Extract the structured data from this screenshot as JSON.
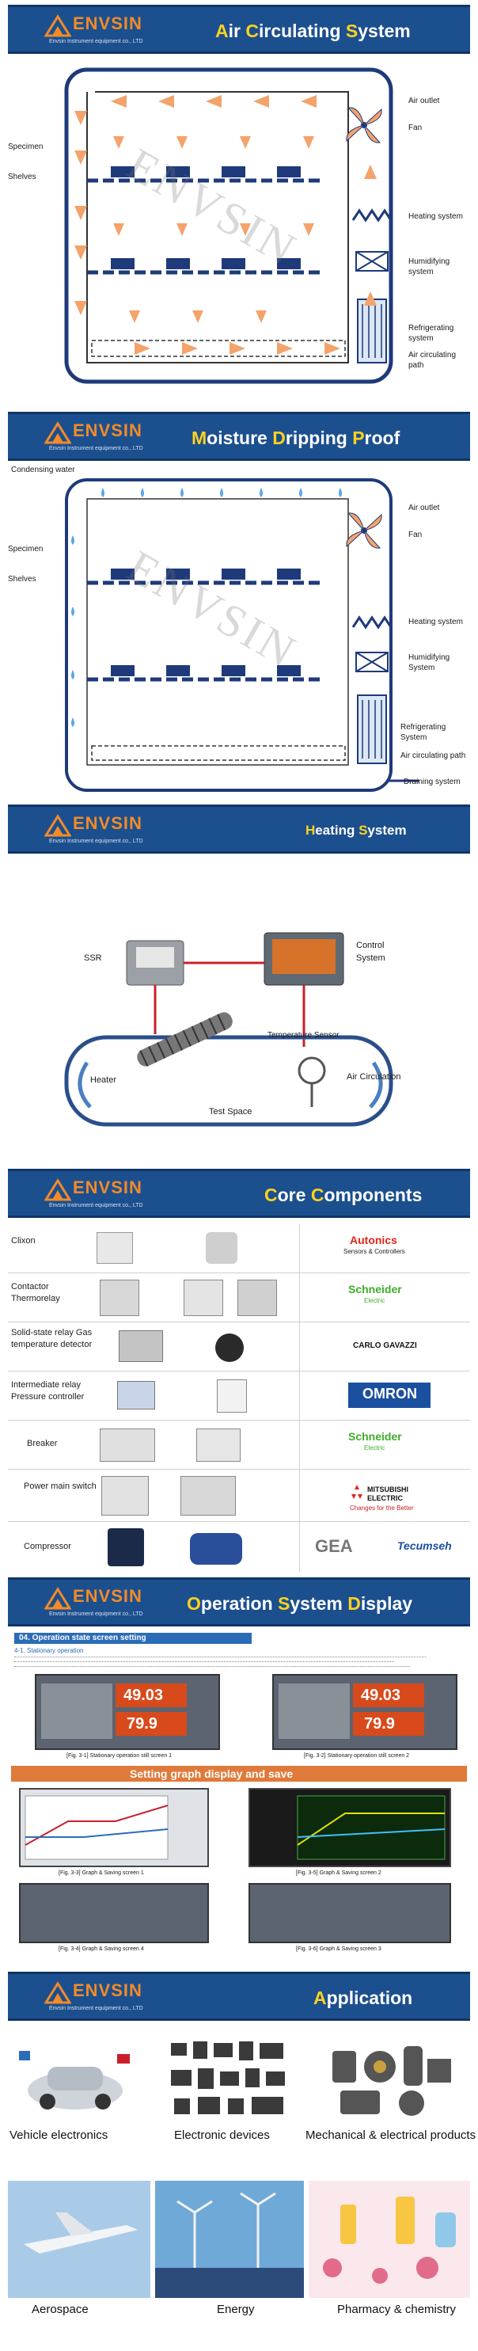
{
  "logo": {
    "word": "ENVSIN",
    "sub": "Envsin Instrument equipment co., LTD"
  },
  "watermark": "ENVSIN",
  "colors": {
    "banner": "#1c4f8e",
    "highlight": "#ffd21f",
    "arrow": "#f4a36a",
    "shelf": "#1e3a7a"
  },
  "sections": {
    "air": {
      "title_parts": [
        "A",
        "ir ",
        "C",
        "irculating ",
        "S",
        "ystem"
      ],
      "labels": {
        "specimen": "Specimen",
        "shelves": "Shelves",
        "air_outlet": "Air outlet",
        "fan": "Fan",
        "heating": "Heating system",
        "humidifying": "Humidifying system",
        "refrigerating": "Refrigerating system",
        "air_path": "Air circulating path"
      }
    },
    "moisture": {
      "title_parts": [
        "M",
        "oisture ",
        "D",
        "ripping ",
        "P",
        "roof"
      ],
      "labels": {
        "condensing": "Condensing water",
        "specimen": "Specimen",
        "shelves": "Shelves",
        "air_outlet": "Air outlet",
        "fan": "Fan",
        "heating": "Heating system",
        "humidifying": "Humidifying System",
        "refrigerating": "Refrigerating System",
        "air_path": "Air circulating path",
        "draining": "Draining system"
      }
    },
    "heating": {
      "title_parts": [
        "H",
        "eating ",
        "S",
        "ystem"
      ],
      "labels": {
        "ssr": "SSR",
        "control": "Control System",
        "temp_sensor": "Temperature Sensor",
        "heater": "Heater",
        "air_circ": "Air Circulation",
        "test_space": "Test Space"
      }
    },
    "core": {
      "title_parts": [
        "C",
        "ore ",
        "C",
        "omponents"
      ],
      "rows": [
        {
          "name": "Clixon",
          "brand": "Autonics",
          "brand_sub": "Sensors & Controllers",
          "brand_color": "#e0261b"
        },
        {
          "name": "Contactor Thermorelay",
          "brand": "Schneider",
          "brand_sub": "Electric",
          "brand_color": "#3dae2b"
        },
        {
          "name": "Solid-state relay Gas temperature detector",
          "brand": "CARLO GAVAZZI",
          "brand_sub": "",
          "brand_color": "#111111"
        },
        {
          "name": "Intermediate relay Pressure controller",
          "brand": "OMRON",
          "brand_sub": "",
          "brand_color": "#1b4fa0"
        },
        {
          "name": "Breaker",
          "brand": "Schneider",
          "brand_sub": "Electric",
          "brand_color": "#3dae2b"
        },
        {
          "name": "Power main switch",
          "brand": "MITSUBISHI ELECTRIC",
          "brand_sub": "Changes for the Better",
          "brand_color": "#e0261b"
        },
        {
          "name": "Compressor",
          "brand": "GEA",
          "brand2": "Tecumseh",
          "brand_sub": "",
          "brand_color": "#777777"
        }
      ]
    },
    "operation": {
      "title_parts": [
        "O",
        "peration ",
        "S",
        "ystem ",
        "D",
        "isplay"
      ],
      "heading": "04. Operation state screen setting",
      "sub": "4-1. Stationary operation",
      "readings": [
        "49.03",
        "79.9",
        "49.03",
        "79.9"
      ],
      "graph_banner": "Setting graph display and save",
      "captions": [
        "[Fig. 3-1] Stationary operation still screen 1",
        "[Fig. 3-2] Stationary operation still screen 2",
        "[Fig. 3-3] Graph & Saving screen 1",
        "[Fig. 3-5] Graph & Saving screen 2",
        "[Fig. 3-4] Graph & Saving screen 4",
        "[Fig. 3-6] Graph & Saving screen 3"
      ]
    },
    "application": {
      "title_parts": [
        "A",
        "pplication"
      ],
      "items": [
        "Vehicle electronics",
        "Electronic devices",
        "Mechanical & electrical products",
        "Aerospace",
        "Energy",
        "Pharmacy & chemistry"
      ]
    }
  }
}
